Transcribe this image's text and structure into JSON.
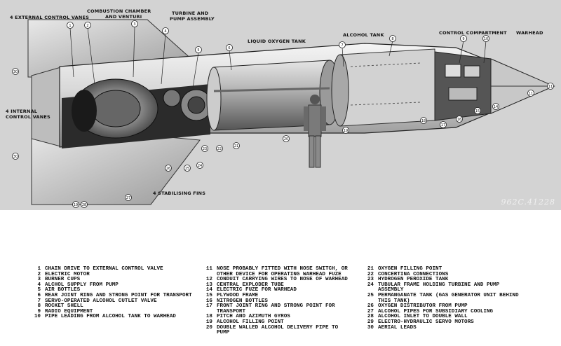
{
  "labels": {
    "external_vanes": "4 EXTERNAL CONTROL VANES",
    "combustion": "COMBUSTION CHAMBER",
    "venturi": "AND VENTURI",
    "turbine": "TURBINE AND",
    "pump": "PUMP ASSEMBLY",
    "lox_tank": "LIQUID OXYGEN TANK",
    "alcohol_tank": "ALCOHOL TANK",
    "control_compartment": "CONTROL COMPARTMENT",
    "warhead": "WARHEAD",
    "internal_vanes_1": "4 INTERNAL",
    "internal_vanes_2": "CONTROL VANES",
    "fins": "4 STABILISING FINS",
    "stamp": "962C.41228"
  },
  "callouts": [
    "1",
    "2",
    "3",
    "4",
    "5",
    "6",
    "7",
    "8",
    "9",
    "10",
    "11",
    "12",
    "13",
    "14",
    "15",
    "16",
    "17",
    "18",
    "19",
    "20",
    "21",
    "22",
    "23",
    "24",
    "25",
    "26",
    "27",
    "28",
    "29",
    "30"
  ],
  "legend": {
    "col1": [
      {
        "num": "1",
        "text": "CHAIN DRIVE TO EXTERNAL CONTROL VALVE"
      },
      {
        "num": "2",
        "text": "ELECTRIC MOTOR"
      },
      {
        "num": "3",
        "text": "BURNER CUPS"
      },
      {
        "num": "4",
        "text": "ALCHOL SUPPLY FROM PUMP"
      },
      {
        "num": "5",
        "text": "AIR BOTTLES"
      },
      {
        "num": "6",
        "text": "REAR JOINT RING AND STRONG POINT FOR TRANSPORT"
      },
      {
        "num": "7",
        "text": "SERVO-OPERATED ALCOHOL CUTLET VALVE"
      },
      {
        "num": "8",
        "text": "ROCKET SHELL"
      },
      {
        "num": "9",
        "text": "RADIO EQUIPMENT"
      },
      {
        "num": "10",
        "text": "PIPE LEADING FROM ALCOHOL TANK TO WARHEAD"
      }
    ],
    "col2": [
      {
        "num": "11",
        "text": "NOSE PROBABLY FITTED WITH NOSE SWITCH, OR",
        "cont": "OTHER DEVICE FOR OPERATING WARHEAD FUZE"
      },
      {
        "num": "12",
        "text": "CONDUIT CARRYING WIRES TO NOSE OF WARHEAD"
      },
      {
        "num": "13",
        "text": "CENTRAL EXPLODER TUBE"
      },
      {
        "num": "14",
        "text": "ELECTRIC FUZE FOR WARHEAD"
      },
      {
        "num": "15",
        "text": "PLYWOOD FRAME"
      },
      {
        "num": "16",
        "text": "NITROGEN BOTTLES"
      },
      {
        "num": "17",
        "text": "FRONT JOINT RING AND STRONG POINT FOR",
        "cont": "TRANSPORT"
      },
      {
        "num": "18",
        "text": "PITCH AND AZIMUTH GYROS"
      },
      {
        "num": "19",
        "text": "ALCOHOL FILLING POINT"
      },
      {
        "num": "20",
        "text": "DOUBLE WALLED ALCOHOL DELIVERY PIPE TO",
        "cont": "PUMP"
      }
    ],
    "col3": [
      {
        "num": "21",
        "text": "OXYGEN FILLING POINT"
      },
      {
        "num": "22",
        "text": "CONCERTINA CONNECTIONS"
      },
      {
        "num": "23",
        "text": "HYDROGEN PEROXIDE TANK"
      },
      {
        "num": "24",
        "text": "TUBULAR FRAME HOLDING TURBINE AND PUMP",
        "cont": "ASSEMBLY"
      },
      {
        "num": "25",
        "text": "PERMANGANATE TANK (GAS GENERATOR UNIT BEHIND",
        "cont": "THIS TANK)"
      },
      {
        "num": "26",
        "text": "OXYGEN DISTRIBUTOR FROM PUMP"
      },
      {
        "num": "27",
        "text": "ALCOHOL PIPES FOR SUBSIDIARY COOLING"
      },
      {
        "num": "28",
        "text": "ALCOHOL INLET TO DOUBLE WALL"
      },
      {
        "num": "29",
        "text": "ELECTRO-HYDRAULIC SERVO MOTORS"
      },
      {
        "num": "30",
        "text": "AERIAL LEADS"
      }
    ]
  }
}
